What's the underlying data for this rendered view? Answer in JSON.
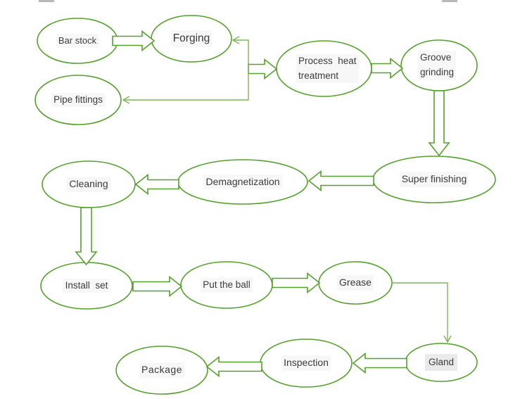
{
  "flowchart": {
    "nodes": {
      "bar_stock": {
        "label": "Bar stock"
      },
      "forging": {
        "label": "Forging"
      },
      "pipe_fittings": {
        "label": "Pipe fittings"
      },
      "process_heat": {
        "label": "Process  heat\ntreatment"
      },
      "groove_grinding": {
        "label": "Groove\ngrinding"
      },
      "super_finishing": {
        "label": "Super finishing"
      },
      "demagnetization": {
        "label": "Demagnetization"
      },
      "cleaning": {
        "label": "Cleaning"
      },
      "install_set": {
        "label": "Install  set"
      },
      "put_the_ball": {
        "label": "Put the ball"
      },
      "grease": {
        "label": "Grease"
      },
      "gland": {
        "label": "Gland"
      },
      "inspection": {
        "label": "Inspection"
      },
      "package": {
        "label": "Package"
      }
    },
    "edges": [
      {
        "from": "bar_stock",
        "to": "forging",
        "style": "block-arrow"
      },
      {
        "from": "junction",
        "to": "forging",
        "style": "thin-arrow"
      },
      {
        "from": "junction",
        "to": "pipe_fittings",
        "style": "thin-arrow"
      },
      {
        "from": "junction",
        "to": "process_heat",
        "style": "block-arrow"
      },
      {
        "from": "process_heat",
        "to": "groove_grinding",
        "style": "block-arrow"
      },
      {
        "from": "groove_grinding",
        "to": "super_finishing",
        "style": "block-arrow"
      },
      {
        "from": "super_finishing",
        "to": "demagnetization",
        "style": "block-arrow"
      },
      {
        "from": "demagnetization",
        "to": "cleaning",
        "style": "block-arrow"
      },
      {
        "from": "cleaning",
        "to": "install_set",
        "style": "block-arrow"
      },
      {
        "from": "install_set",
        "to": "put_the_ball",
        "style": "block-arrow"
      },
      {
        "from": "put_the_ball",
        "to": "grease",
        "style": "block-arrow"
      },
      {
        "from": "grease",
        "to": "gland",
        "style": "thin-elbow-arrow"
      },
      {
        "from": "gland",
        "to": "inspection",
        "style": "block-arrow"
      },
      {
        "from": "inspection",
        "to": "package",
        "style": "block-arrow"
      }
    ]
  },
  "colors": {
    "background": "#ffffff",
    "shape_stroke": "#55a02d",
    "thin_line": "#7fb35a",
    "text": "#3b3b3b",
    "handle_gray": "#b9b9b9",
    "label_halo": "#f7f7f7",
    "gland_label_bg": "#eaeaea"
  }
}
